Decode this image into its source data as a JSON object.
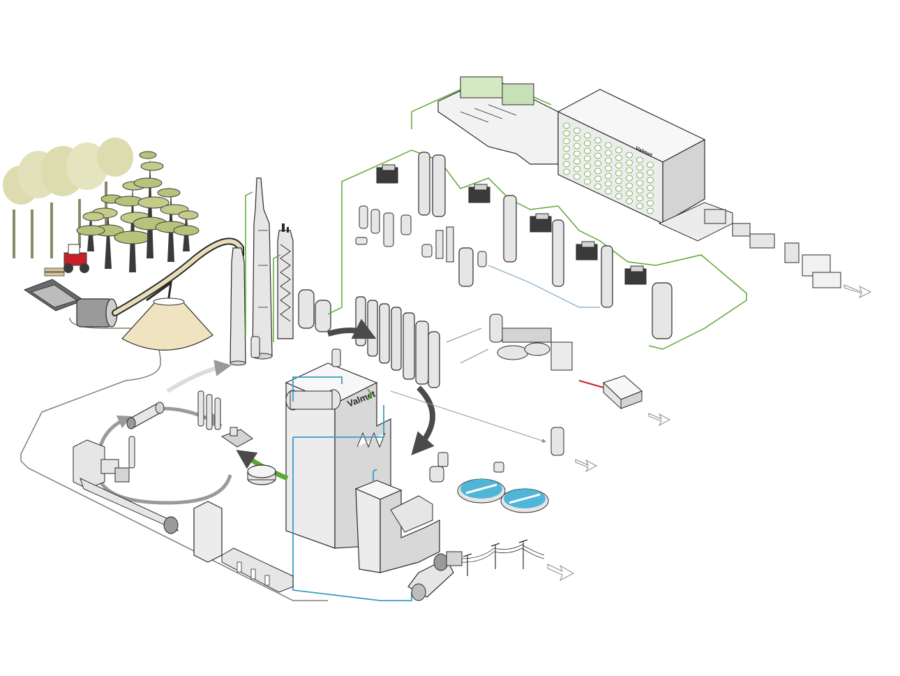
{
  "diagram": {
    "brand_label_boiler": "Valmet",
    "brand_label_baling": "Valmet",
    "colors": {
      "background": "#ffffff",
      "equipment_fill": "#ececec",
      "equipment_shade": "#d4d4d4",
      "equipment_dark": "#bdbdbd",
      "outline": "#3a3a3a",
      "fiber_line_green": "#5aa832",
      "water_steam_blue": "#3a9cc4",
      "liquor_loop_grey": "#9a9a9a",
      "wood_line_brown": "#8a7b70",
      "chip_pile": "#f0e4c0",
      "chip_conveyor": "#e9ddb8",
      "tree_light": "#dcdcae",
      "tree_dark": "#b7c27a",
      "tractor_red": "#c8202a",
      "flow_arrow_dark": "#4a4a4a",
      "recycle_arrow_green": "#5aa832",
      "pond_water": "#4fb6d8",
      "output_arrow": "#bfbfbf"
    },
    "outputs": [
      {
        "name": "pulp-bales-output"
      },
      {
        "name": "byproducts-output"
      },
      {
        "name": "chemicals-output"
      },
      {
        "name": "electricity-output"
      }
    ]
  }
}
